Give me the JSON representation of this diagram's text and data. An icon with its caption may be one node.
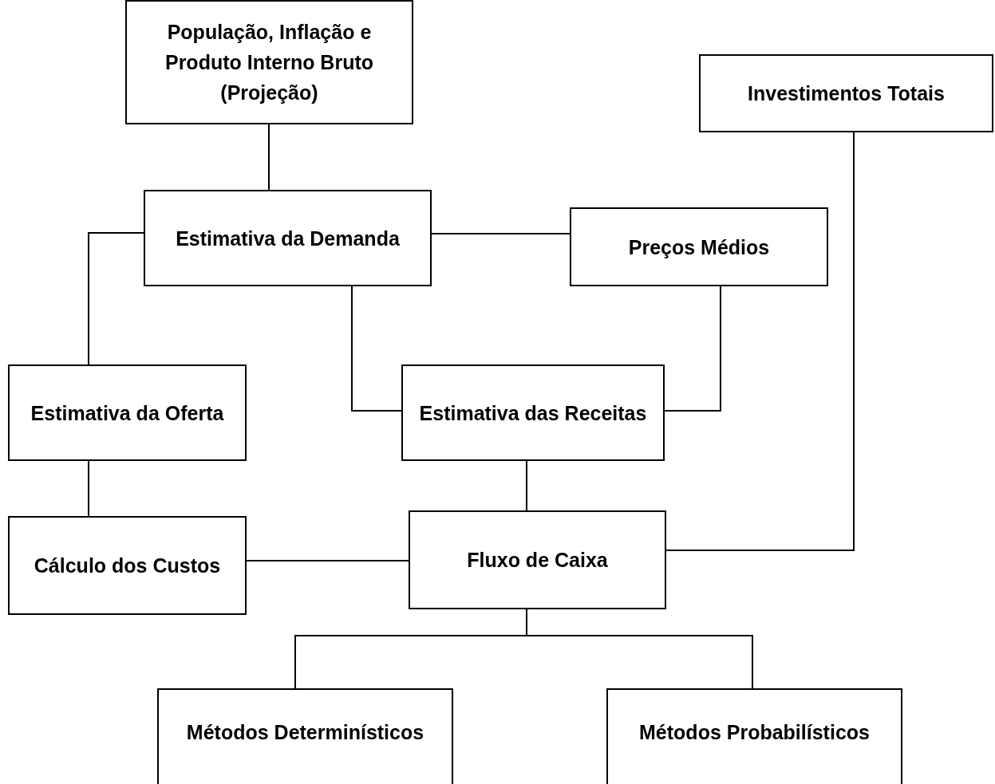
{
  "diagram": {
    "nodes": [
      {
        "text": [
          "População, Inflação e Produto Interno Bruto (Projeção)"
        ]
      },
      {
        "text": [
          "Investimentos Totais"
        ]
      },
      {
        "text": [
          "Estimativa da Demanda"
        ]
      },
      {
        "text": [
          "Preços Médios"
        ]
      },
      {
        "text": [
          "Estimativa da Oferta"
        ]
      },
      {
        "text": [
          "Estimativa das Receitas"
        ]
      },
      {
        "text": [
          "Cálculo dos Custos"
        ]
      },
      {
        "text": [
          "Fluxo de Caixa"
        ]
      },
      {
        "text": [
          "Métodos Determinísticos"
        ]
      },
      {
        "text": [
          "Métodos Probabilísticos"
        ]
      }
    ],
    "edges": [
      {
        "from": 0,
        "to": 2,
        "arrow": "none"
      },
      {
        "from": 2,
        "to": 3,
        "arrow": "none"
      },
      {
        "from": 2,
        "to": 4,
        "arrow": "none"
      },
      {
        "from": 2,
        "to": 5,
        "arrow": "none"
      },
      {
        "from": 3,
        "to": 5,
        "arrow": "none"
      },
      {
        "from": 4,
        "to": 6,
        "arrow": "none"
      },
      {
        "from": 5,
        "to": 7,
        "arrow": "none"
      },
      {
        "from": 6,
        "to": 7,
        "arrow": "none"
      },
      {
        "from": 1,
        "to": 7,
        "arrow": "none"
      },
      {
        "from": 7,
        "to": 8,
        "arrow": "none"
      },
      {
        "from": 7,
        "to": 9,
        "arrow": "none"
      }
    ]
  }
}
